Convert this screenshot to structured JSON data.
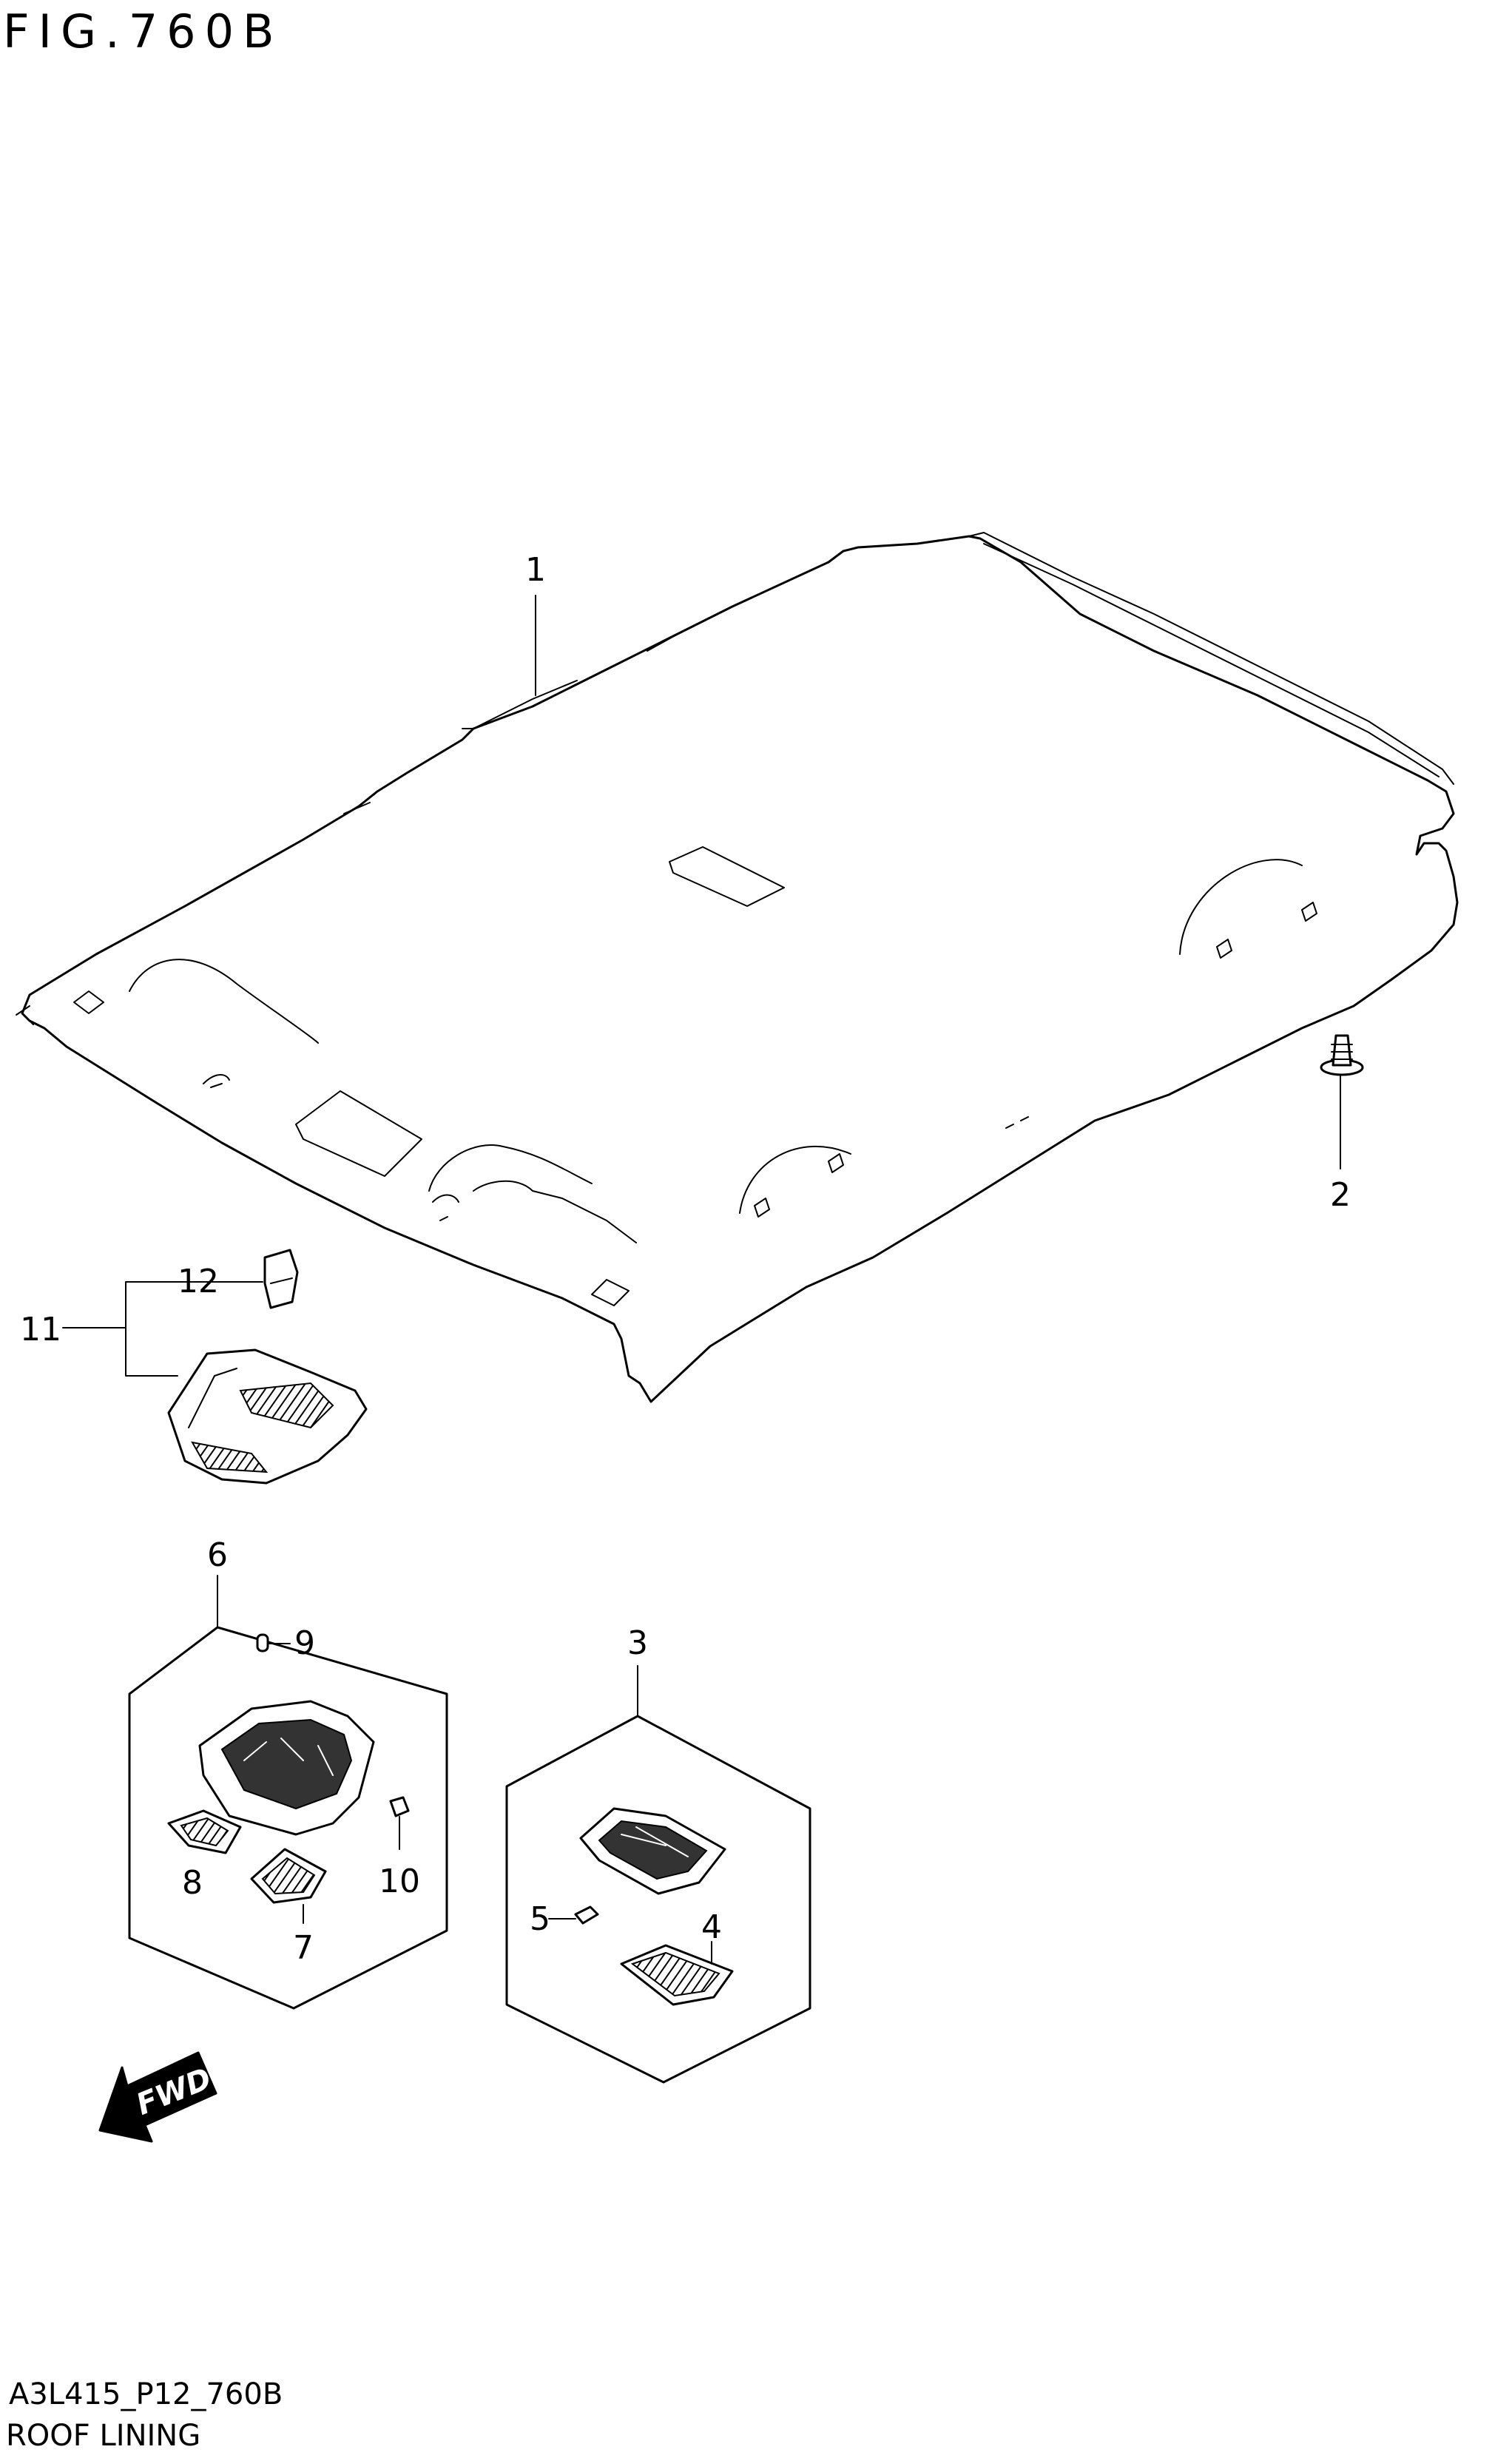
{
  "figure": {
    "title": "FIG.760B"
  },
  "callouts": {
    "c1": "1",
    "c2": "2",
    "c3": "3",
    "c4": "4",
    "c5": "5",
    "c6": "6",
    "c7": "7",
    "c8": "8",
    "c9": "9",
    "c10": "10",
    "c11": "11",
    "c12": "12"
  },
  "direction_arrow": {
    "label": "FWD",
    "icon": "fwd-arrow-icon"
  },
  "footer": {
    "code": "A3L415_P12_760B",
    "name": "ROOF LINING"
  }
}
